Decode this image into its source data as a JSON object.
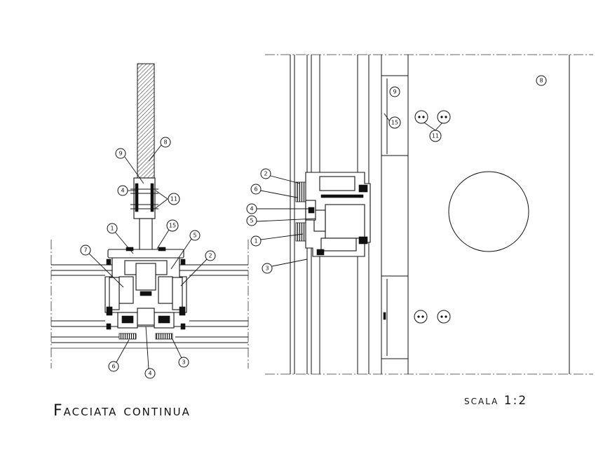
{
  "title": "Facciata continua",
  "scale": "scala 1:2",
  "left_detail": {
    "labels": [
      "9",
      "8",
      "4",
      "11",
      "1",
      "15",
      "5",
      "7",
      "2",
      "6",
      "4",
      "3"
    ]
  },
  "right_detail": {
    "labels": [
      "9",
      "15",
      "11",
      "8",
      "2",
      "6",
      "4",
      "5",
      "1",
      "3"
    ]
  }
}
